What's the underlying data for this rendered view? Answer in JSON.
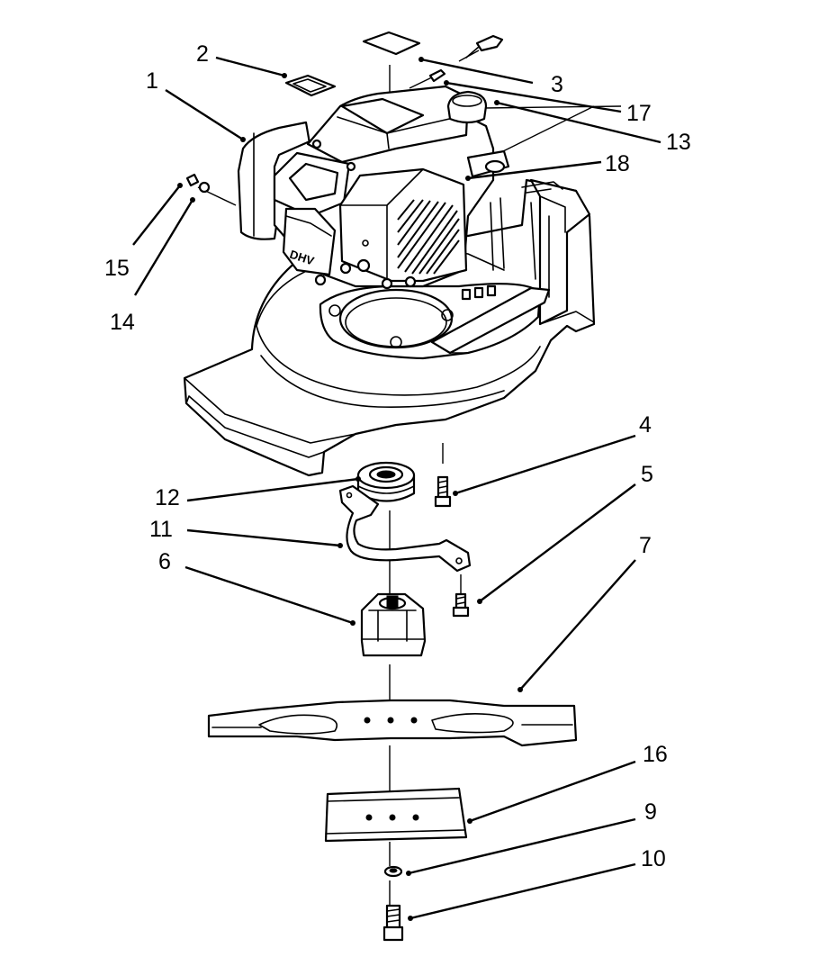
{
  "diagram": {
    "logo_text": "DHV",
    "callouts": [
      {
        "id": "1",
        "label": "1"
      },
      {
        "id": "2",
        "label": "2"
      },
      {
        "id": "3",
        "label": "3"
      },
      {
        "id": "4",
        "label": "4"
      },
      {
        "id": "5",
        "label": "5"
      },
      {
        "id": "6",
        "label": "6"
      },
      {
        "id": "7",
        "label": "7"
      },
      {
        "id": "9",
        "label": "9"
      },
      {
        "id": "10",
        "label": "10"
      },
      {
        "id": "11",
        "label": "11"
      },
      {
        "id": "12",
        "label": "12"
      },
      {
        "id": "13",
        "label": "13"
      },
      {
        "id": "14",
        "label": "14"
      },
      {
        "id": "15",
        "label": "15"
      },
      {
        "id": "16",
        "label": "16"
      },
      {
        "id": "17",
        "label": "17"
      },
      {
        "id": "18",
        "label": "18"
      }
    ]
  }
}
